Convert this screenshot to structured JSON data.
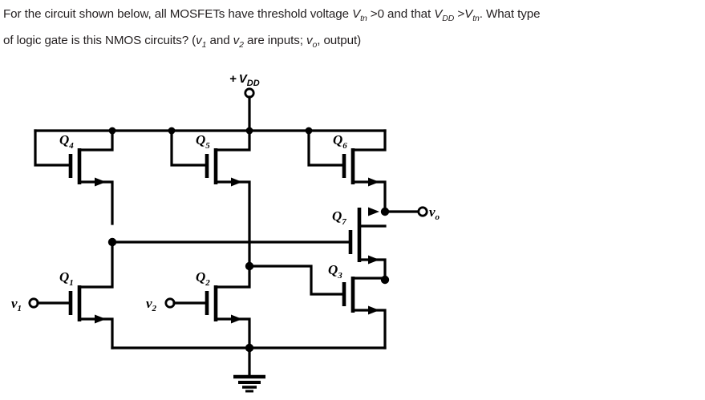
{
  "question": {
    "line1_a": "For the circuit shown below, all MOSFETs have threshold voltage ",
    "line1_v1": "V",
    "line1_v1sub": "tn",
    "line1_b": " >0 and that ",
    "line1_v2": "V",
    "line1_v2sub": "DD",
    "line1_c": " >",
    "line1_v3": "V",
    "line1_v3sub": "tn",
    "line1_d": ". What type",
    "line2_a": "of logic gate is this NMOS circuits? (",
    "line2_v1": "v",
    "line2_v1sub": "1",
    "line2_b": " and ",
    "line2_v2": "v",
    "line2_v2sub": "2",
    "line2_c": " are inputs; ",
    "line2_v3": "v",
    "line2_v3sub": "o",
    "line2_d": ", output)"
  },
  "circuit": {
    "type": "nmos-logic-gate-schematic",
    "supply": {
      "prefix": "+",
      "name": "V",
      "sub": "DD"
    },
    "inputs": [
      {
        "id": "v1",
        "name": "v",
        "sub": "1"
      },
      {
        "id": "v2",
        "name": "v",
        "sub": "2"
      }
    ],
    "output": {
      "id": "vo",
      "name": "v",
      "sub": "o"
    },
    "transistors": [
      {
        "id": "Q1",
        "name": "Q",
        "sub": "1"
      },
      {
        "id": "Q2",
        "name": "Q",
        "sub": "2"
      },
      {
        "id": "Q3",
        "name": "Q",
        "sub": "3"
      },
      {
        "id": "Q4",
        "name": "Q",
        "sub": "4"
      },
      {
        "id": "Q5",
        "name": "Q",
        "sub": "5"
      },
      {
        "id": "Q6",
        "name": "Q",
        "sub": "6"
      },
      {
        "id": "Q7",
        "name": "Q",
        "sub": "7"
      }
    ],
    "ground_symbol": "earth-ground",
    "stroke_color": "#000000",
    "background_color": "#ffffff"
  }
}
